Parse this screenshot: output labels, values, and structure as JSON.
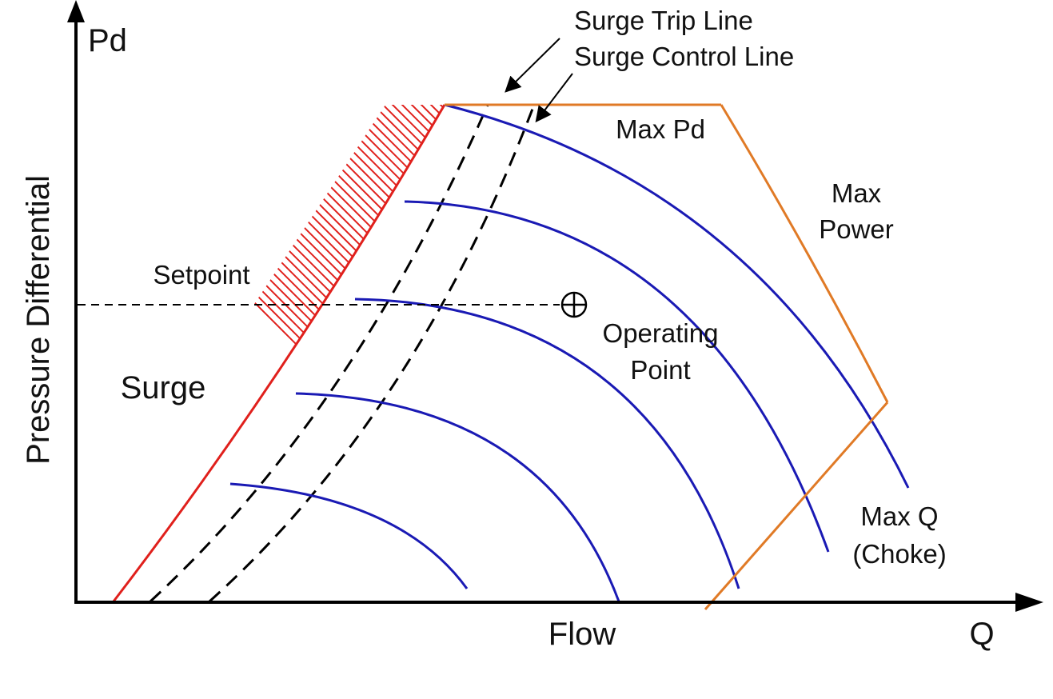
{
  "axes": {
    "y_symbol": "Pd",
    "y_title": "Pressure Differential",
    "x_symbol": "Q",
    "x_title": "Flow"
  },
  "labels": {
    "surge_trip_line": "Surge Trip Line",
    "surge_control_line": "Surge Control Line",
    "max_pd": "Max Pd",
    "max_power_line1": "Max",
    "max_power_line2": "Power",
    "setpoint": "Setpoint",
    "operating_point_line1": "Operating",
    "operating_point_line2": "Point",
    "surge": "Surge",
    "max_q_line1": "Max Q",
    "max_q_line2": "(Choke)"
  },
  "colors": {
    "axis": "#000000",
    "surge_line": "#e0201c",
    "surge_hatch": "#e0201c",
    "speed_curves": "#1a1ab4",
    "limit_lines": "#e07a26",
    "control_lines": "#000000"
  },
  "curves": {
    "speed_curve_count": 5,
    "surge_offset_lines": 2
  },
  "icons": {
    "operating_point_marker": "circled-plus-icon"
  }
}
